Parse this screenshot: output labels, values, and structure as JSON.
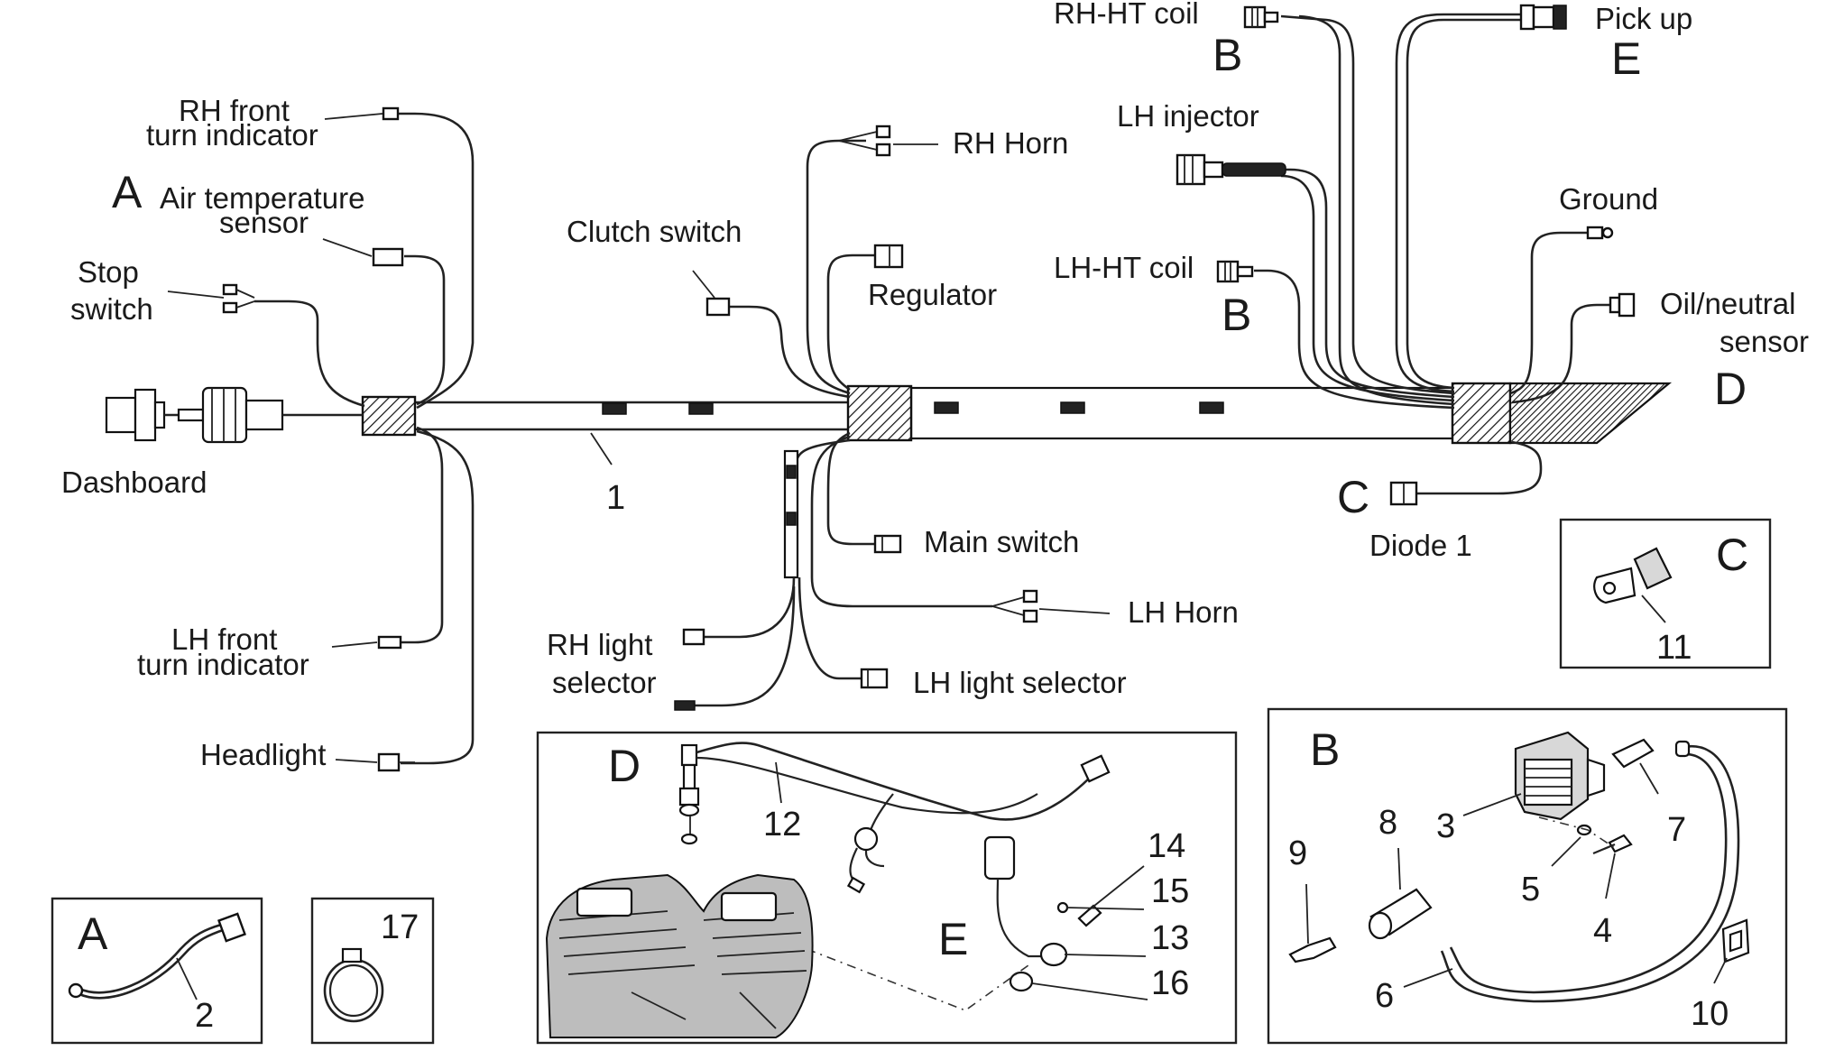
{
  "labels": {
    "dashboard": "Dashboard",
    "rh_front_line1": "RH front",
    "rh_front_line2": "turn indicator",
    "air_temp_line1": "Air temperature",
    "air_temp_line2": "sensor",
    "stop_line1": "Stop",
    "stop_line2": "switch",
    "lh_front_line1": "LH front",
    "lh_front_line2": "turn indicator",
    "headlight": "Headlight",
    "clutch_switch": "Clutch switch",
    "rh_horn": "RH Horn",
    "regulator": "Regulator",
    "main_switch": "Main switch",
    "lh_horn": "LH Horn",
    "rh_light_line1": "RH light",
    "rh_light_line2": "selector",
    "lh_light_selector": "LH light selector",
    "rh_ht_coil": "RH-HT coil",
    "lh_injector": "LH injector",
    "lh_ht_coil": "LH-HT coil",
    "pick_up": "Pick up",
    "ground": "Ground",
    "oil_line1": "Oil/neutral",
    "oil_line2": "sensor",
    "diode": "Diode 1"
  },
  "letters": {
    "a_main": "A",
    "b_rh": "B",
    "b_lh": "B",
    "c_main": "C",
    "d_main": "D",
    "e_main": "E",
    "box_a": "A",
    "box_b": "B",
    "box_c": "C",
    "box_d": "D",
    "box_e": "E"
  },
  "numbers": {
    "n1": "1",
    "n2": "2",
    "n3": "3",
    "n4": "4",
    "n5": "5",
    "n6": "6",
    "n7": "7",
    "n8": "8",
    "n9": "9",
    "n10": "10",
    "n11": "11",
    "n12": "12",
    "n13": "13",
    "n14": "14",
    "n15": "15",
    "n16": "16",
    "n17": "17"
  }
}
